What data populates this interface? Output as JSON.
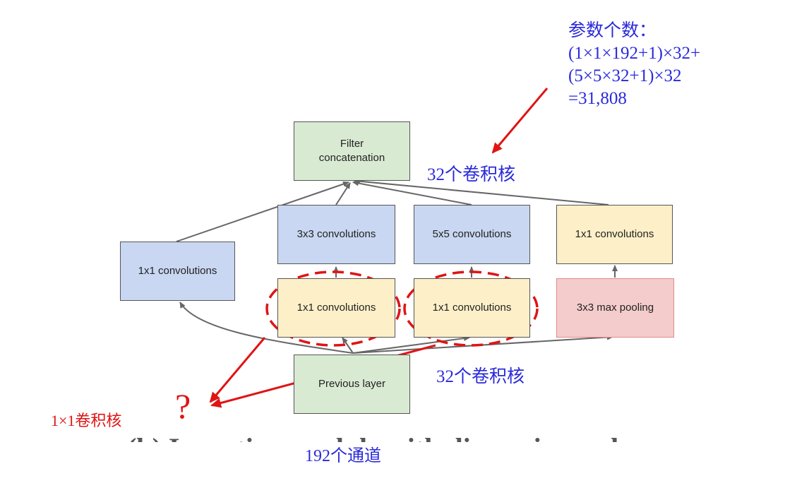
{
  "nodes": {
    "filter_concat": "Filter\nconcatenation",
    "conv3x3": "3x3 convolutions",
    "conv5x5": "5x5 convolutions",
    "conv1x1_pool": "1x1 convolutions",
    "conv1x1_left": "1x1 convolutions",
    "conv1x1_a": "1x1 convolutions",
    "conv1x1_b": "1x1 convolutions",
    "maxpool": "3x3 max pooling",
    "previous": "Previous layer"
  },
  "annotations": {
    "param_lines": [
      "参数个数：",
      "(1×1×192+1)×32+",
      "(5×5×32+1)×32",
      "=31,808"
    ],
    "kernels_top": "32个卷积核",
    "kernels_mid": "32个卷积核",
    "kernel_1x1": "1×1卷积核",
    "question_mark": "?",
    "channels": "192个通道",
    "cut_caption": "(b) Inception module with dimension reduction"
  },
  "colors": {
    "annotation_blue": "#2a2adb",
    "annotation_red": "#e01414",
    "green_box": "#d9ead3",
    "blue_box": "#c9d7f2",
    "yellow_box": "#fdf0c8",
    "pink_box": "#f4cccc"
  }
}
